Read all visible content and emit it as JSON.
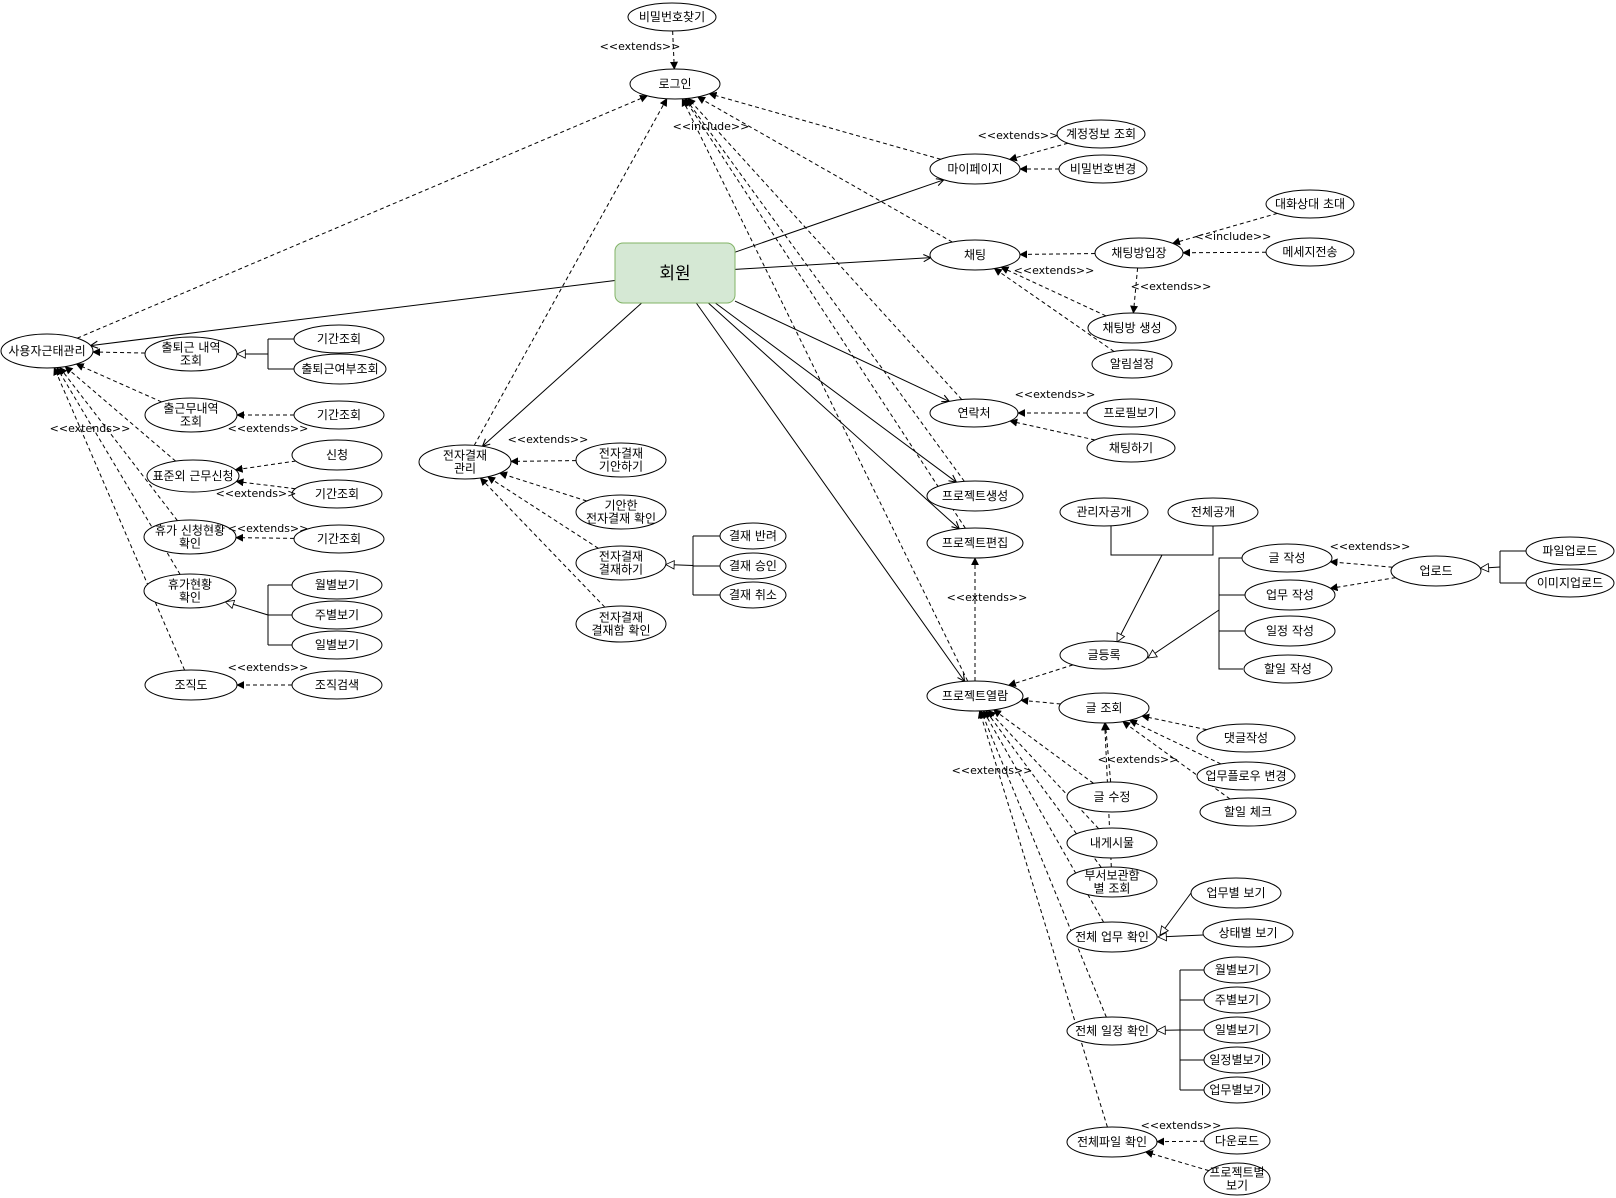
{
  "actor": {
    "label": "회원"
  },
  "usecases": {
    "u1": "비밀번호찾기",
    "u2": "로그인",
    "u3": "마이페이지",
    "u4": "계정정보 조회",
    "u5": "비밀번호변경",
    "u6": "채팅",
    "u7": "채팅방입장",
    "u8": "대화상대 초대",
    "u9": "메세지전송",
    "u10": "채팅방 생성",
    "u11": "알림설정",
    "u12": "연락처",
    "u13": "프로필보기",
    "u14": "채팅하기",
    "u15": "프로젝트생성",
    "u16": "프로젝트편집",
    "u17": "프로젝트열람",
    "u18": "사용자근태관리",
    "u19": "출퇴근 내역\n조회",
    "u20": "기간조회",
    "u21": "출퇴근여부조회",
    "u22": "출근무내역\n조회",
    "u23": "기간조회",
    "u24": "표준외 근무신청",
    "u25": "신청",
    "u26": "기간조회",
    "u27": "휴가 신청현황\n확인",
    "u28": "기간조회",
    "u29": "휴가현황\n확인",
    "u30": "월별보기",
    "u31": "주별보기",
    "u32": "일별보기",
    "u33": "조직도",
    "u34": "조직검색",
    "u35": "전자결재\n관리",
    "u36": "전자결재\n기안하기",
    "u37": "기안한\n전자결재 확인",
    "u38": "전자결재\n결재하기",
    "u39": "결재 반려",
    "u40": "결재 승인",
    "u41": "결재 취소",
    "u42": "전자결재\n결재함 확인",
    "u43": "관리자공개",
    "u44": "전체공개",
    "u45": "글 작성",
    "u46": "업무 작성",
    "u47": "일정 작성",
    "u48": "할일 작성",
    "u49": "업로드",
    "u50": "파일업로드",
    "u51": "이미지업로드",
    "u52": "글등록",
    "u53": "글 조회",
    "u54": "댓글작성",
    "u55": "업무플로우 변경",
    "u56": "할일 체크",
    "u57": "글 수정",
    "u58": "내게시물",
    "u59": "부서보관함\n별 조회",
    "u60": "전체 업무 확인",
    "u61": "업무별 보기",
    "u62": "상태별 보기",
    "u63": "전체 일정 확인",
    "u64": "월별보기",
    "u65": "주별보기",
    "u66": "일별보기",
    "u67": "일정별보기",
    "u68": "업무별보기",
    "u69": "전체파일 확인",
    "u70": "다운로드",
    "u71": "프로젝트별\n보기"
  },
  "stereotypes": {
    "extends": "<<extends>>",
    "include": "<<include>>"
  }
}
